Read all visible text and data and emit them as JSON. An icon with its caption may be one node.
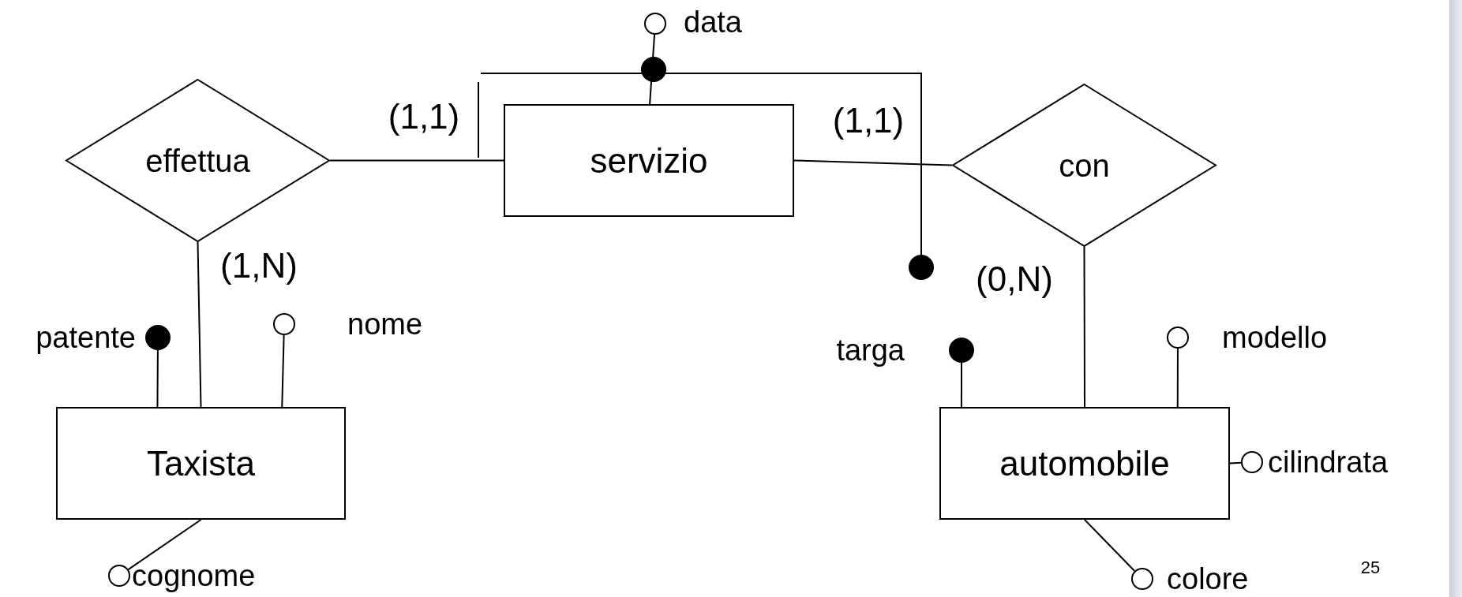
{
  "diagram": {
    "nodes": [
      {
        "text": [],
        "shape": "circle",
        "beside": [
          "data"
        ]
      },
      {
        "text": [
          "effettua"
        ]
      },
      {
        "text": [
          "servizio"
        ]
      },
      {
        "text": [
          "con"
        ]
      },
      {
        "text": [],
        "shape": "dot",
        "beside": [
          "patente"
        ]
      },
      {
        "text": [],
        "shape": "circle",
        "beside": [
          "nome"
        ]
      },
      {
        "text": [],
        "shape": "dot",
        "beside": [
          "targa"
        ]
      },
      {
        "text": [],
        "shape": "circle",
        "beside": [
          "modello"
        ]
      },
      {
        "text": [
          "Taxista"
        ]
      },
      {
        "text": [
          "automobile"
        ]
      },
      {
        "text": [],
        "shape": "circle",
        "beside": [
          "cilindrata"
        ]
      },
      {
        "text": [],
        "shape": "circle",
        "beside": [
          "cognome"
        ]
      },
      {
        "text": [],
        "shape": "circle",
        "beside": [
          "colore"
        ]
      }
    ],
    "edges": [
      {
        "from": 1,
        "to": 2,
        "arrow": "none"
      },
      {
        "from": 2,
        "to": 3,
        "arrow": "none"
      },
      {
        "from": 1,
        "to": 8,
        "arrow": "none"
      },
      {
        "from": 3,
        "to": 9,
        "arrow": "none"
      },
      {
        "from": 2,
        "to": 0,
        "arrow": "none"
      },
      {
        "from": 8,
        "to": 4,
        "arrow": "none"
      },
      {
        "from": 8,
        "to": 5,
        "arrow": "none"
      },
      {
        "from": 8,
        "to": 11,
        "arrow": "none"
      },
      {
        "from": 9,
        "to": 6,
        "arrow": "none"
      },
      {
        "from": 9,
        "to": 7,
        "arrow": "none"
      },
      {
        "from": 9,
        "to": 10,
        "arrow": "none"
      },
      {
        "from": 9,
        "to": 12,
        "arrow": "none"
      }
    ],
    "labels": [
      "(1,1)",
      "(1,1)",
      "(1,N)",
      "(0,N)",
      "25"
    ]
  }
}
